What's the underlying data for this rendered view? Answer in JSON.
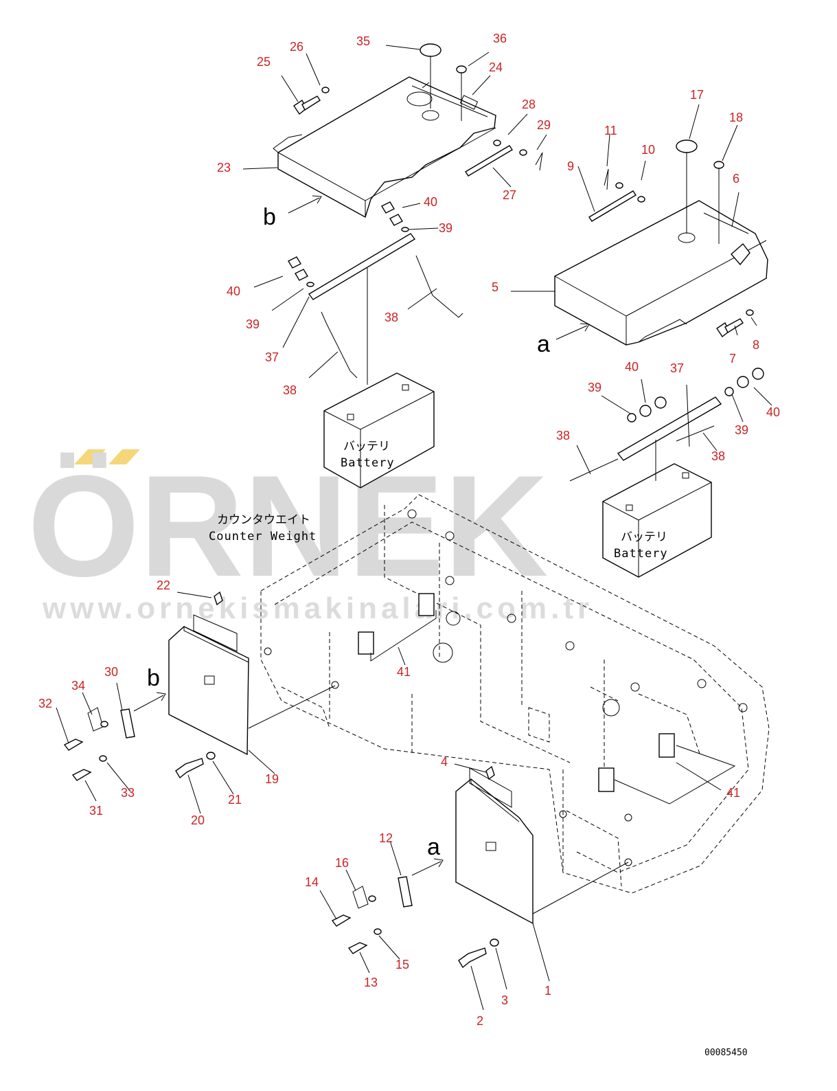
{
  "watermark": {
    "brand": "ÖRNEK",
    "url": "www.ornekismakinalari.com.tr",
    "accent_color": "#f5d77a",
    "text_color": "#d9d9d9"
  },
  "labels": {
    "battery_jp": "バッテリ",
    "battery_en": "Battery",
    "counter_weight_jp": "カウンタウエイト",
    "counter_weight_en": "Counter Weight",
    "view_a": "a",
    "view_b": "b",
    "drawing_number": "00085450"
  },
  "callouts": [
    "1",
    "2",
    "3",
    "4",
    "5",
    "6",
    "7",
    "8",
    "9",
    "10",
    "11",
    "12",
    "13",
    "14",
    "15",
    "16",
    "17",
    "18",
    "19",
    "20",
    "21",
    "22",
    "23",
    "24",
    "25",
    "26",
    "27",
    "28",
    "29",
    "30",
    "31",
    "32",
    "33",
    "34",
    "35",
    "36",
    "37",
    "38",
    "39",
    "40",
    "41"
  ],
  "callout_color": "#cc2222"
}
